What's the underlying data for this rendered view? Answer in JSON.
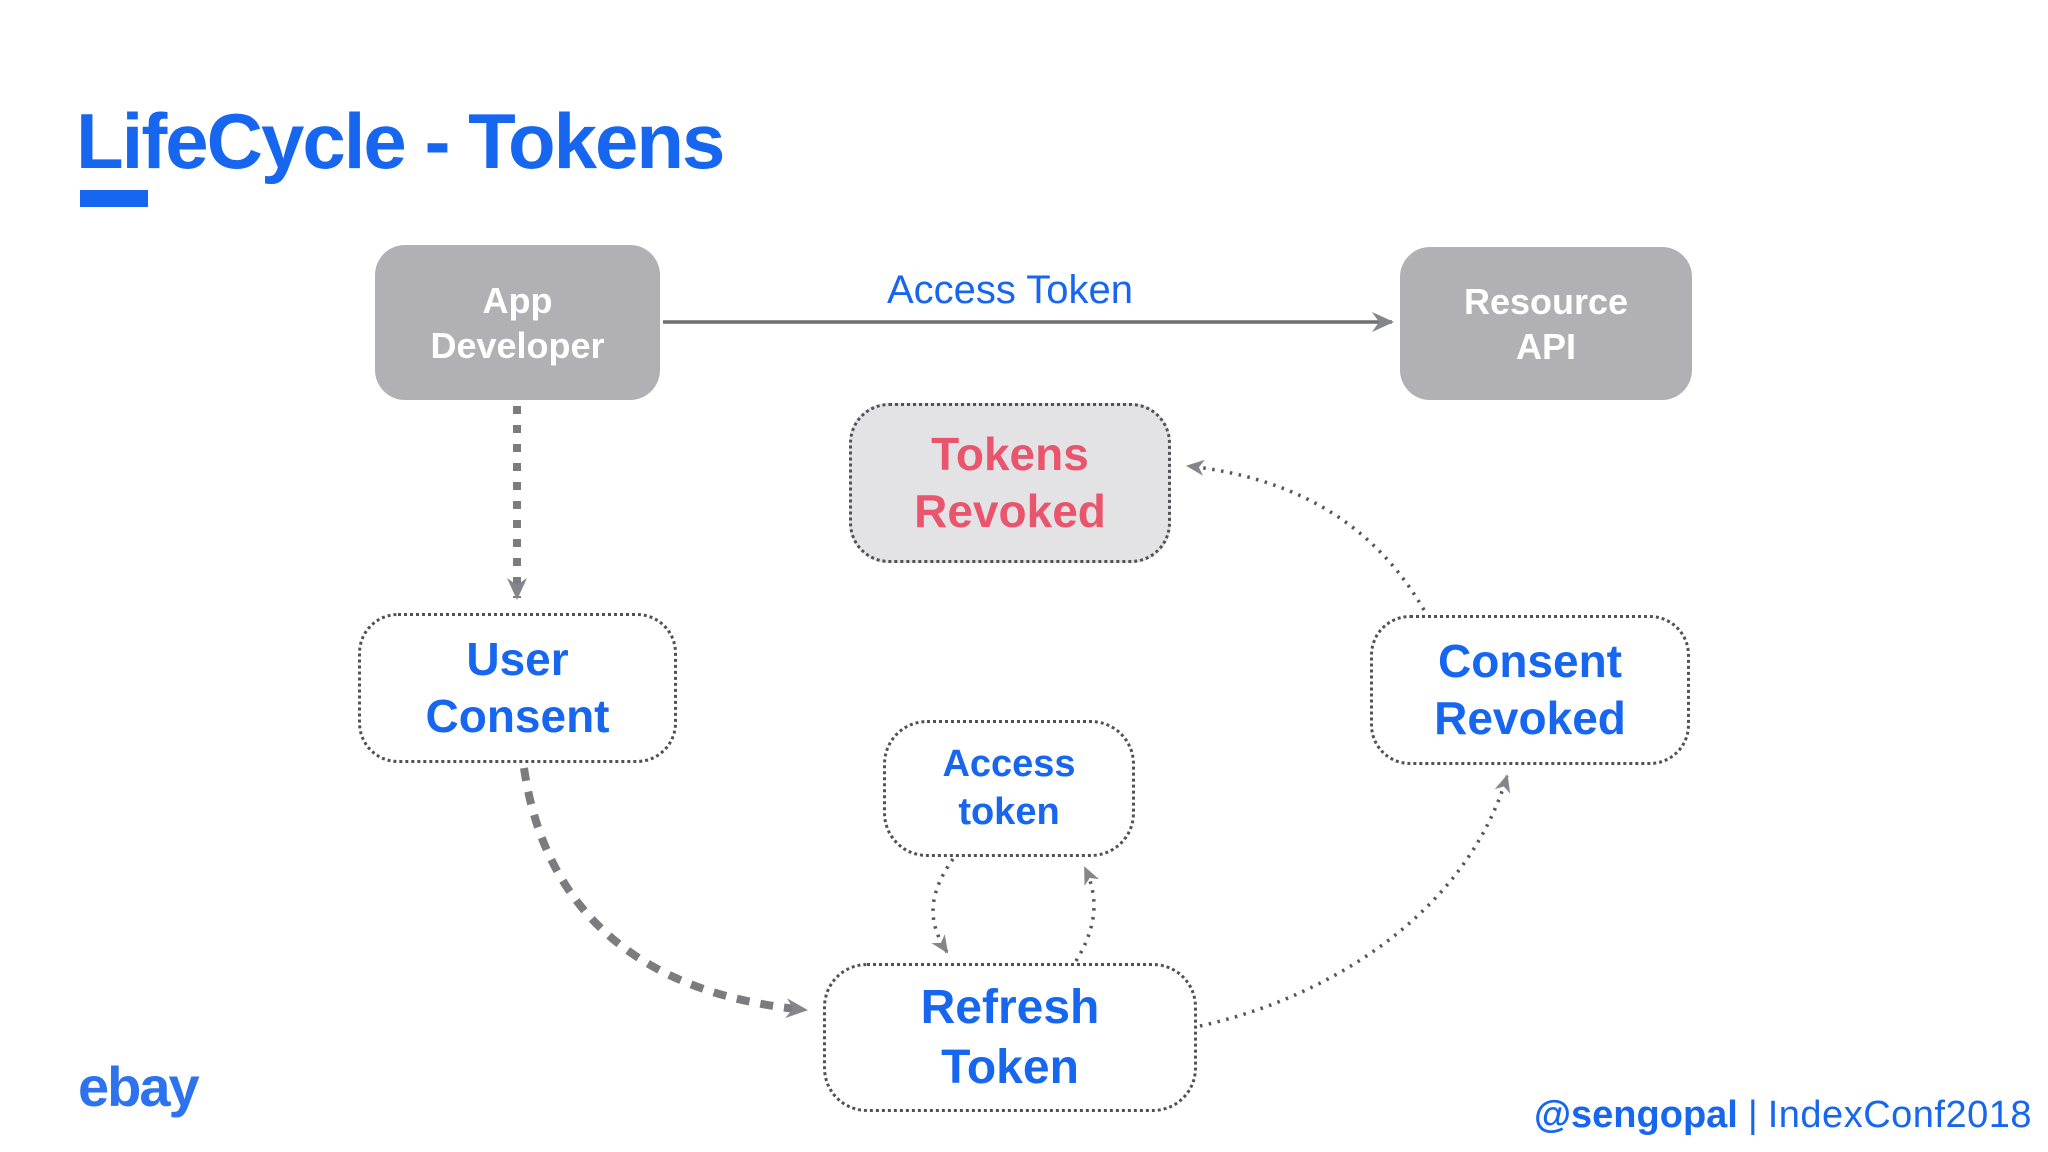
{
  "title": {
    "text": "LifeCycle - Tokens"
  },
  "colors": {
    "accent_blue": "#1766F0",
    "box_gray": "#B1B1B5",
    "revoked_fill": "#E3E3E5",
    "revoked_red": "#E8556C",
    "arrow_gray": "#85858C",
    "line_gray": "#6E6E73"
  },
  "nodes": {
    "app_developer": {
      "label": "App\nDeveloper"
    },
    "resource_api": {
      "label": "Resource\nAPI"
    },
    "tokens_revoked": {
      "label": "Tokens\nRevoked"
    },
    "user_consent": {
      "label": "User\nConsent"
    },
    "access_token": {
      "label": "Access\ntoken"
    },
    "consent_revoked": {
      "label": "Consent\nRevoked"
    },
    "refresh_token": {
      "label": "Refresh\nToken"
    }
  },
  "edges": {
    "access_token_label": "Access Token"
  },
  "footer": {
    "logo_text": "ebay",
    "handle": "@sengopal",
    "separator": "|",
    "event": "IndexConf2018"
  }
}
